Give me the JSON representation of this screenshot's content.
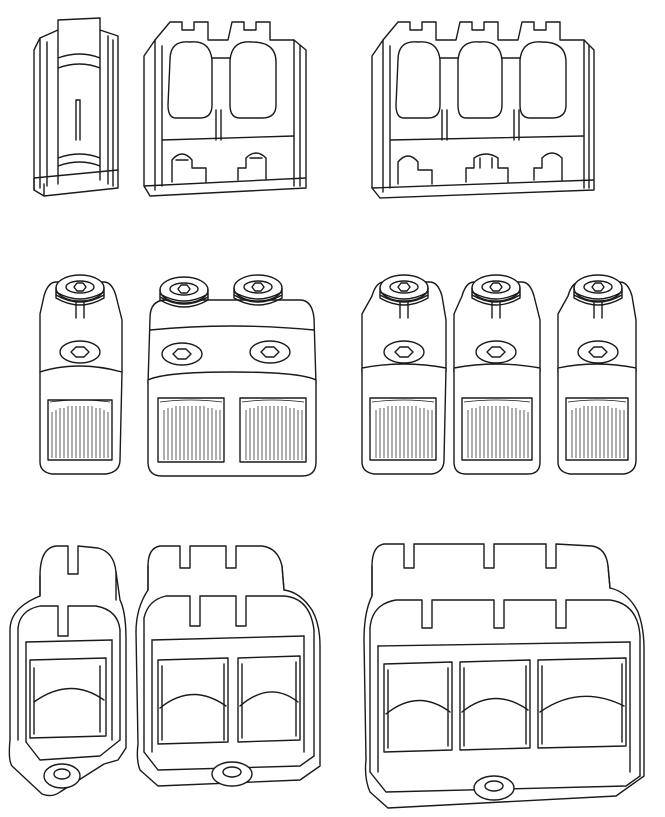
{
  "figure": {
    "description_visible_text": "",
    "rows": [
      {
        "id": "row-covers",
        "items": [
          {
            "poles": 1
          },
          {
            "poles": 2
          },
          {
            "poles": 3
          }
        ]
      },
      {
        "id": "row-terminals",
        "items": [
          {
            "poles": 1
          },
          {
            "poles": 2
          },
          {
            "poles": 3
          }
        ]
      },
      {
        "id": "row-shrouds",
        "items": [
          {
            "poles": 1
          },
          {
            "poles": 2
          },
          {
            "poles": 3
          }
        ]
      }
    ],
    "colors": {
      "line": "#1a1a1a",
      "background": "#ffffff"
    }
  }
}
